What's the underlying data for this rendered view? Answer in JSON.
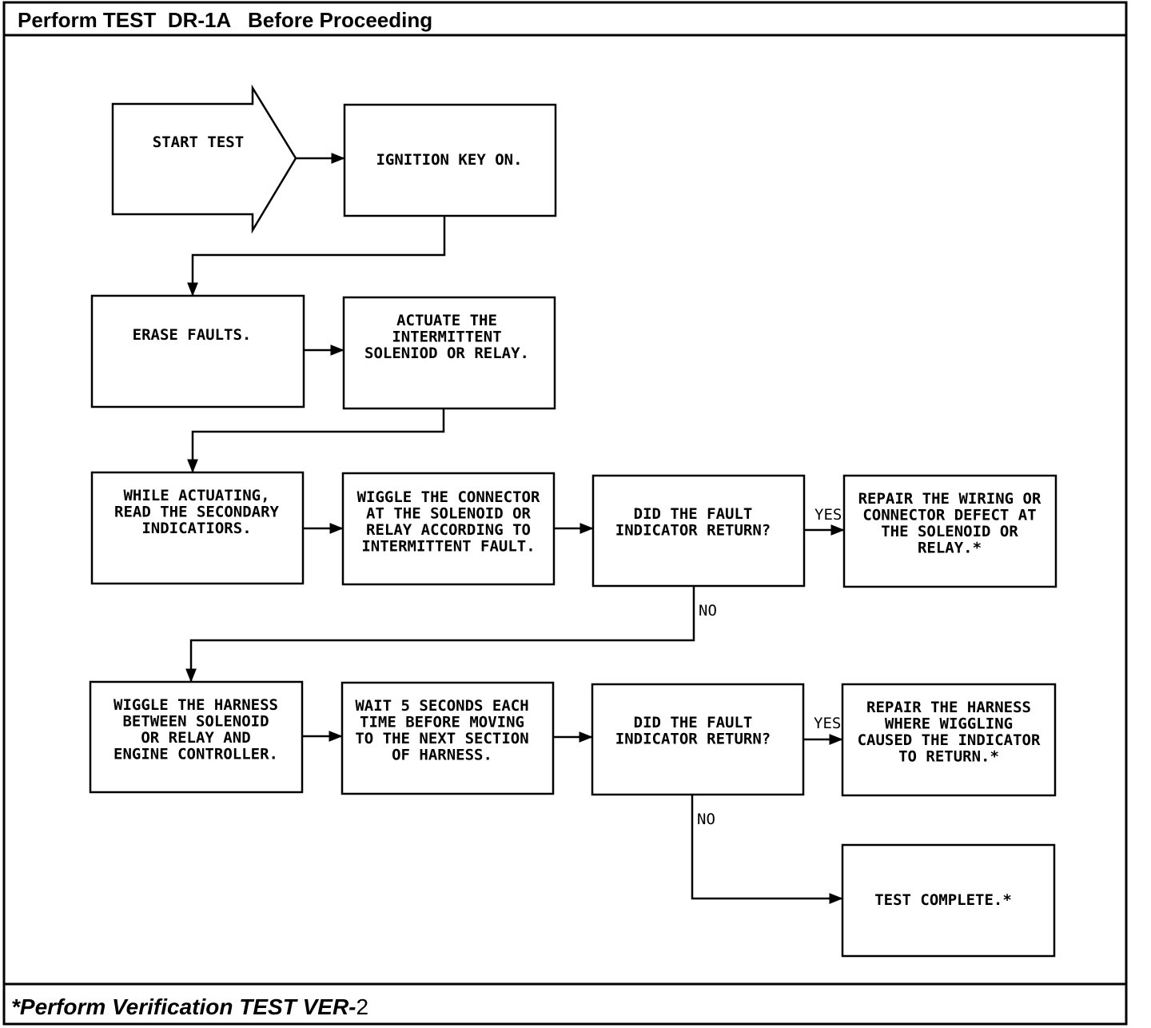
{
  "header": {
    "title": "Perform TEST  DR-1A   Before Proceeding"
  },
  "footer": {
    "note_prefix": "*Perform Verification TEST VER-",
    "note_number": "2"
  },
  "flowchart": {
    "start": {
      "lines": [
        "START TEST"
      ]
    },
    "ignition": {
      "lines": [
        "IGNITION KEY ON."
      ]
    },
    "erase": {
      "lines": [
        "ERASE FAULTS."
      ]
    },
    "actuate": {
      "lines": [
        "ACTUATE THE",
        "INTERMITTENT",
        "SOLENIOD OR RELAY."
      ]
    },
    "read_secondary": {
      "lines": [
        "WHILE ACTUATING,",
        "READ THE SECONDARY",
        "INDICATIORS."
      ]
    },
    "wiggle_connector": {
      "lines": [
        "WIGGLE THE CONNECTOR",
        "AT THE SOLENOID OR",
        "RELAY ACCORDING TO",
        "INTERMITTENT FAULT."
      ]
    },
    "decision1": {
      "lines": [
        "DID THE FAULT",
        "INDICATOR RETURN?"
      ]
    },
    "repair_wiring": {
      "lines": [
        "REPAIR THE WIRING OR",
        "CONNECTOR DEFECT AT",
        "THE SOLENOID OR",
        "RELAY.*"
      ]
    },
    "wiggle_harness": {
      "lines": [
        "WIGGLE THE HARNESS",
        "BETWEEN SOLENOID",
        "OR RELAY AND",
        "ENGINE CONTROLLER."
      ]
    },
    "wait": {
      "lines": [
        "WAIT 5 SECONDS EACH",
        "TIME BEFORE MOVING",
        "TO THE NEXT SECTION",
        "OF HARNESS."
      ]
    },
    "decision2": {
      "lines": [
        "DID THE FAULT",
        "INDICATOR RETURN?"
      ]
    },
    "repair_harness": {
      "lines": [
        "REPAIR THE HARNESS",
        "WHERE WIGGLING",
        "CAUSED THE INDICATOR",
        "TO RETURN.*"
      ]
    },
    "complete": {
      "lines": [
        "TEST COMPLETE.*"
      ]
    },
    "labels": {
      "yes1": "YES",
      "no1": "NO",
      "yes2": "YES",
      "no2": "NO"
    }
  }
}
